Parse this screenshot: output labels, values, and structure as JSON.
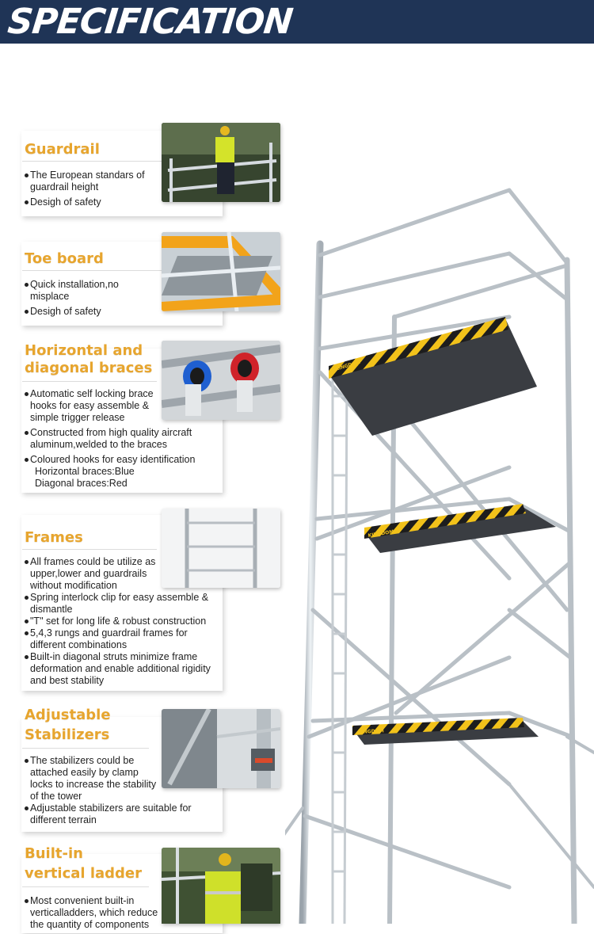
{
  "header": {
    "title": "SPECIFICATION"
  },
  "colors": {
    "header_bg": "#1f3456",
    "accent": "#e7a52e",
    "text": "#222222"
  },
  "sections": [
    {
      "title_lines": [
        "Guardrail"
      ],
      "bullets": [
        "The European standars of guardrail height",
        "Desigh of safety"
      ],
      "image": "worker-on-guardrail-photo"
    },
    {
      "title_lines": [
        "Toe board"
      ],
      "bullets": [
        "Quick installation,no misplace",
        "Desigh of safety"
      ],
      "image": "toe-board-photo"
    },
    {
      "title_lines": [
        "Horizontal and",
        "diagonal braces"
      ],
      "bullets": [
        "Automatic self locking brace hooks for easy assemble & simple trigger release",
        "Constructed from high quality aircraft aluminum,welded to the braces",
        "Coloured hooks for easy identification"
      ],
      "sub_lines": [
        "Horizontal braces:Blue",
        "Diagonal braces:Red"
      ],
      "image": "brace-hooks-photo"
    },
    {
      "title_lines": [
        "Frames"
      ],
      "bullets": [
        "All frames could be utilize as upper,lower and guardrails without modification",
        "Spring interlock clip for easy assemble & dismantle",
        "\"T\" set for long life & robust construction",
        "5,4,3 rungs and guardrail frames for different combinations",
        "Built-in diagonal struts minimize frame deformation and enable additional rigidity and best stability"
      ],
      "image": "frame-photo"
    },
    {
      "title_lines": [
        "Adjustable",
        "Stabilizers"
      ],
      "bullets": [
        "The stabilizers could be attached easily by clamp locks to increase the stability of the tower",
        "Adjustable stabilizers are suitable for different terrain"
      ],
      "image": "stabilizer-clamp-photo"
    },
    {
      "title_lines": [
        "Built-in",
        "vertical ladder"
      ],
      "bullets": [
        "Most convenient built-in verticalladders, which reduce the quantity of components"
      ],
      "image": "worker-on-ladder-photo"
    }
  ],
  "tower": {
    "board_brand": "KINGDOM"
  }
}
